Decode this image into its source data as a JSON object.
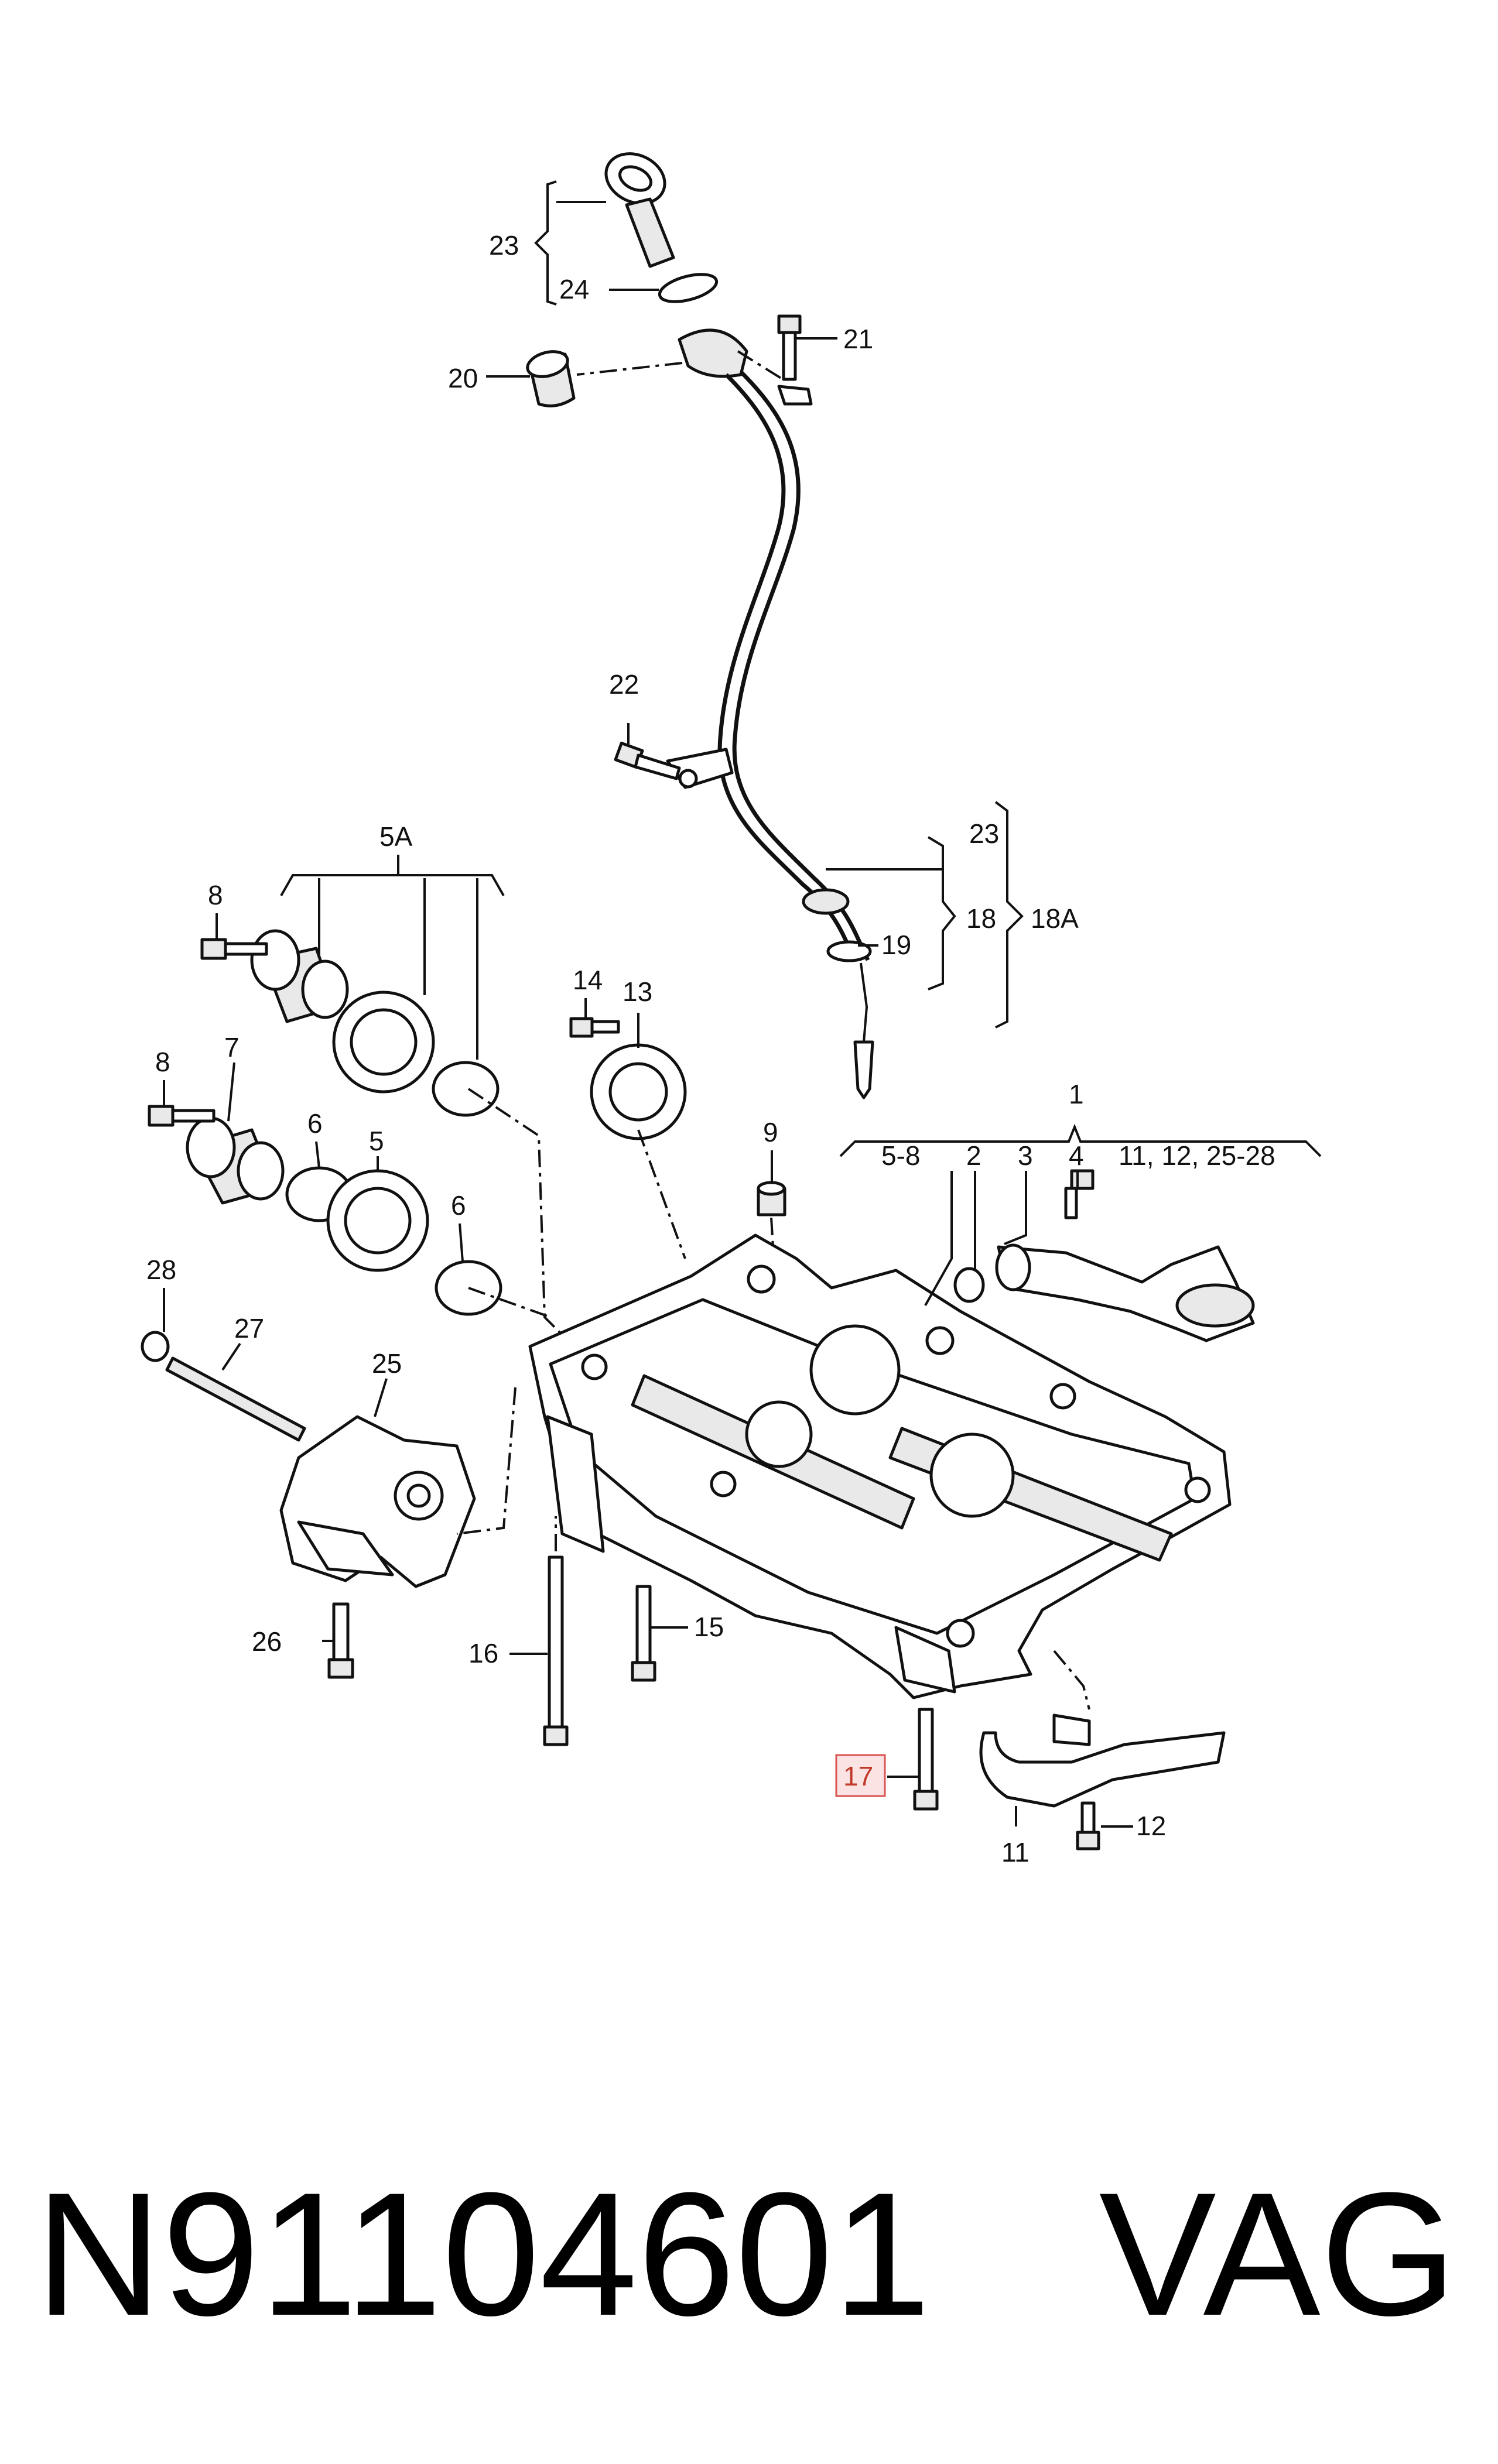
{
  "diagram": {
    "callouts": {
      "c1": "1",
      "c2": "2",
      "c3": "3",
      "c4": "4",
      "c5": "5",
      "c5a": "5A",
      "c5_8": "5-8",
      "c6a": "6",
      "c6b": "6",
      "c7": "7",
      "c8a": "8",
      "c8b": "8",
      "c9": "9",
      "c11": "11",
      "c11_12": "11, 12, 25-28",
      "c12": "12",
      "c13": "13",
      "c14": "14",
      "c15": "15",
      "c16": "16",
      "c17": "17",
      "c18": "18",
      "c18a": "18A",
      "c19": "19",
      "c20": "20",
      "c21": "21",
      "c22": "22",
      "c23a": "23",
      "c23b": "23",
      "c24": "24",
      "c25": "25",
      "c26": "26",
      "c27": "27",
      "c28": "28"
    },
    "highlight_color": "#d9534f"
  },
  "footer": {
    "part_number": "N91104601",
    "brand": "VAG"
  }
}
